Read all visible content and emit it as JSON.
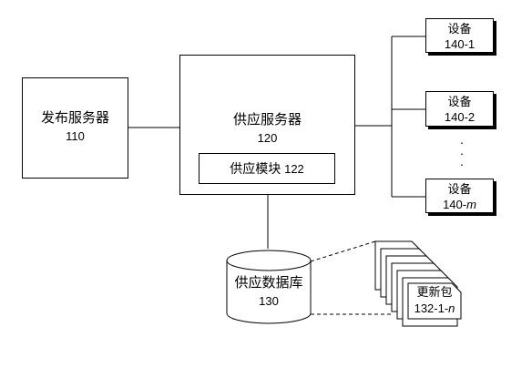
{
  "publish_server": {
    "name": "发布服务器",
    "number": "110"
  },
  "supply_server": {
    "name": "供应服务器",
    "number": "120"
  },
  "supply_module": {
    "label": "供应模块",
    "number": "122"
  },
  "database": {
    "name": "供应数据库",
    "number": "130"
  },
  "devices": [
    {
      "name": "设备",
      "number": "140-1"
    },
    {
      "name": "设备",
      "number": "140-2"
    },
    {
      "name": "设备",
      "number": "140-",
      "number_italic": "m"
    }
  ],
  "ellipsis": "·",
  "update_package": {
    "name": "更新包",
    "number": "132-1-",
    "number_italic": "n"
  }
}
